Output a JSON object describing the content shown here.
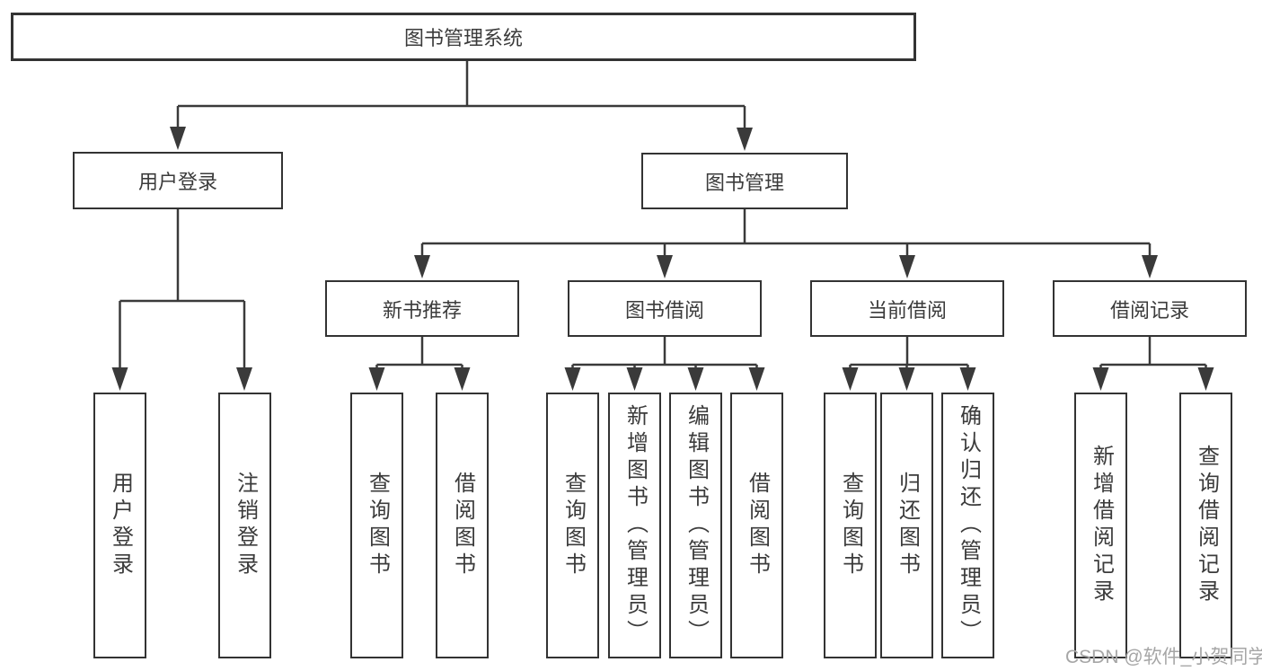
{
  "tree": {
    "root": {
      "label": "图书管理系统",
      "children": [
        {
          "label": "用户登录",
          "children": [
            {
              "label": "用户登录"
            },
            {
              "label": "注销登录"
            }
          ]
        },
        {
          "label": "图书管理",
          "children": [
            {
              "label": "新书推荐",
              "children": [
                {
                  "label": "查询图书"
                },
                {
                  "label": "借阅图书"
                }
              ]
            },
            {
              "label": "图书借阅",
              "children": [
                {
                  "label": "查询图书"
                },
                {
                  "label": "新增图书（管理员）"
                },
                {
                  "label": "编辑图书（管理员）"
                },
                {
                  "label": "借阅图书"
                }
              ]
            },
            {
              "label": "当前借阅",
              "children": [
                {
                  "label": "查询图书"
                },
                {
                  "label": "归还图书"
                },
                {
                  "label": "确认归还（管理员）"
                }
              ]
            },
            {
              "label": "借阅记录",
              "children": [
                {
                  "label": "新增借阅记录"
                },
                {
                  "label": "查询借阅记录"
                }
              ]
            }
          ]
        }
      ]
    }
  },
  "watermark": {
    "text": "CSDN @软件_小贺同学"
  },
  "colors": {
    "line": "#3a3a3a",
    "box_border": "#333333",
    "text": "#3b3b3b",
    "watermark": "#a6a6a6",
    "background": "#ffffff"
  }
}
